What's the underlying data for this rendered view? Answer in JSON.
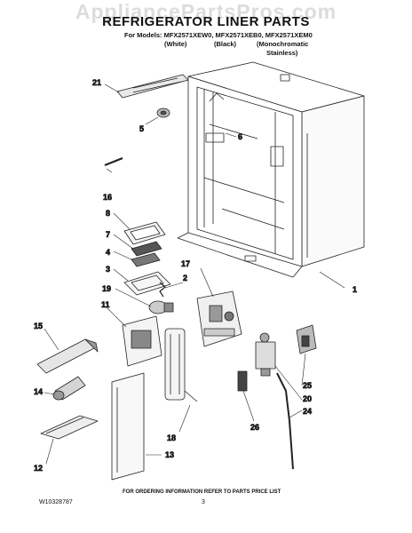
{
  "watermark": "AppliancePartsPros.com",
  "header": {
    "title": "REFRIGERATOR LINER PARTS",
    "models": "For Models: MFX2571XEW0, MFX2571XEB0, MFX2571XEM0",
    "variant_white": "(White)",
    "variant_black": "(Black)",
    "variant_mono": "(Monochromatic",
    "variant_stainless": "Stainless)"
  },
  "callouts": [
    "21",
    "5",
    "6",
    "16",
    "8",
    "7",
    "4",
    "3",
    "19",
    "2",
    "17",
    "1",
    "11",
    "15",
    "14",
    "12",
    "18",
    "13",
    "26",
    "25",
    "20",
    "24"
  ],
  "footer": {
    "ordering_info": "FOR ORDERING INFORMATION REFER TO PARTS PRICE LIST",
    "doc_number": "W10328787",
    "page_number": "3"
  }
}
